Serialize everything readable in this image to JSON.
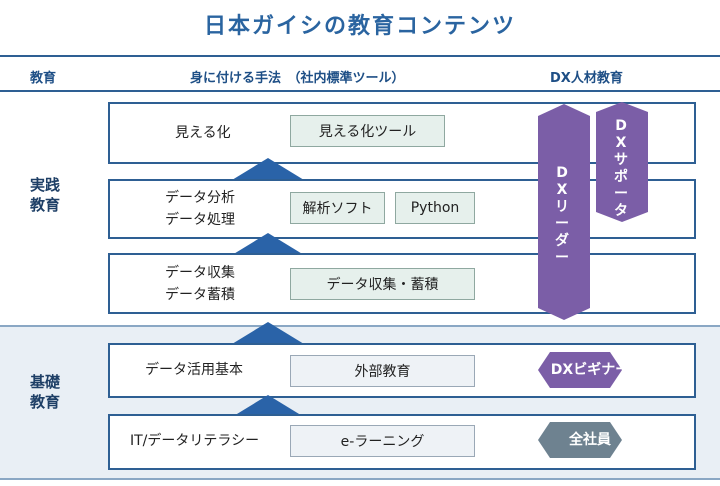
{
  "title": "日本ガイシの教育コンテンツ",
  "columns": {
    "education": "教育",
    "method": "身に付ける手法　（社内標準ツール）",
    "dx_talent": "DX人材教育"
  },
  "side_labels": {
    "practical": "実践教育",
    "basic": "基礎教育"
  },
  "levels": [
    {
      "label_lines": [
        "見える化"
      ],
      "tools": [
        "見える化ツール"
      ]
    },
    {
      "label_lines": [
        "データ分析",
        "データ処理"
      ],
      "tools": [
        "解析ソフト",
        "Python"
      ]
    },
    {
      "label_lines": [
        "データ収集",
        "データ蓄積"
      ],
      "tools": [
        "データ収集・蓄積"
      ]
    },
    {
      "label_lines": [
        "データ活用基本"
      ],
      "tools": [
        "外部教育"
      ]
    },
    {
      "label_lines": [
        "IT/データリテラシー"
      ],
      "tools": [
        "e-ラーニング"
      ]
    }
  ],
  "dx_roles": {
    "leader": "DXリーダー",
    "supporter": "DXサポーター",
    "beginner": "DXビギナー",
    "all_staff": "全社員"
  },
  "colors": {
    "title_blue": "#2a64a0",
    "border_blue": "#2e5f93",
    "triangle_blue": "#2a63a8",
    "purple": "#7b5ea7",
    "gray_hex": "#6e8290",
    "tool_green_bg": "#e6f0ec"
  }
}
